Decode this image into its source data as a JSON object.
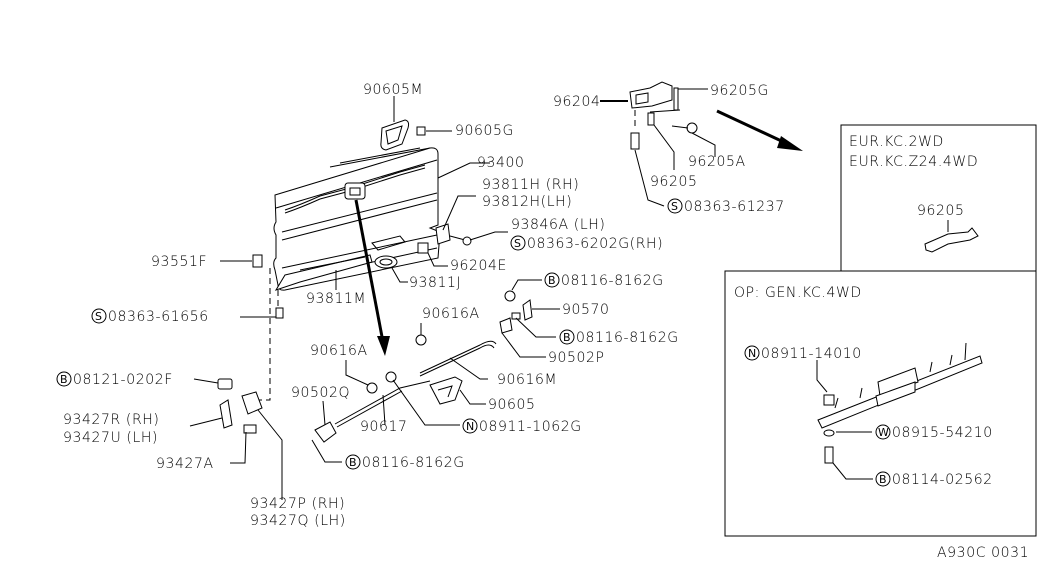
{
  "diagram": {
    "figure_code": "A930C 0031",
    "parts": [
      {
        "id": "p-90605M",
        "label": "90605M"
      },
      {
        "id": "p-90605G",
        "label": "90605G"
      },
      {
        "id": "p-93400",
        "label": "93400"
      },
      {
        "id": "p-93811H",
        "label": "93811H (RH)"
      },
      {
        "id": "p-93812H",
        "label": "93812H(LH)"
      },
      {
        "id": "p-93846A",
        "label": "93846A (LH)"
      },
      {
        "id": "p-08363-6202G",
        "symbol": "S",
        "label": "08363-6202G(RH)"
      },
      {
        "id": "p-96204E",
        "label": "96204E"
      },
      {
        "id": "p-93811J",
        "label": "93811J"
      },
      {
        "id": "p-93551F",
        "label": "93551F"
      },
      {
        "id": "p-93811M",
        "label": "93811M"
      },
      {
        "id": "p-08363-61656",
        "symbol": "S",
        "label": "08363-61656"
      },
      {
        "id": "p-96204",
        "label": "96204"
      },
      {
        "id": "p-96205G",
        "label": "96205G"
      },
      {
        "id": "p-96205A",
        "label": "96205A"
      },
      {
        "id": "p-96205",
        "label": "96205"
      },
      {
        "id": "p-08363-61237",
        "symbol": "S",
        "label": "08363-61237"
      },
      {
        "id": "p-08116-8162G-a",
        "symbol": "B",
        "label": "08116-8162G"
      },
      {
        "id": "p-90570",
        "label": "90570"
      },
      {
        "id": "p-08116-8162G-b",
        "symbol": "B",
        "label": "08116-8162G"
      },
      {
        "id": "p-90616A-a",
        "label": "90616A"
      },
      {
        "id": "p-90502P",
        "label": "90502P"
      },
      {
        "id": "p-90616A-b",
        "label": "90616A"
      },
      {
        "id": "p-90616M",
        "label": "90616M"
      },
      {
        "id": "p-90502Q",
        "label": "90502Q"
      },
      {
        "id": "p-90605",
        "label": "90605"
      },
      {
        "id": "p-90617",
        "label": "90617"
      },
      {
        "id": "p-08911-1062G",
        "symbol": "N",
        "label": "08911-1062G"
      },
      {
        "id": "p-08116-8162G-c",
        "symbol": "B",
        "label": "08116-8162G"
      },
      {
        "id": "p-08121-0202F",
        "symbol": "B",
        "label": "08121-0202F"
      },
      {
        "id": "p-93427R",
        "label": "93427R (RH)"
      },
      {
        "id": "p-93427U",
        "label": "93427U (LH)"
      },
      {
        "id": "p-93427A",
        "label": "93427A"
      },
      {
        "id": "p-93427P",
        "label": "93427P (RH)"
      },
      {
        "id": "p-93427Q",
        "label": "93427Q (LH)"
      }
    ],
    "inset_eur": {
      "title_line1": "EUR.KC.2WD",
      "title_line2": "EUR.KC.Z24.4WD",
      "part_label": "96205"
    },
    "inset_op": {
      "title": "OP: GEN.KC.4WD",
      "parts": [
        {
          "symbol": "N",
          "label": "08911-14010"
        },
        {
          "symbol": "W",
          "label": "08915-54210"
        },
        {
          "symbol": "B",
          "label": "08114-02562"
        }
      ]
    }
  }
}
